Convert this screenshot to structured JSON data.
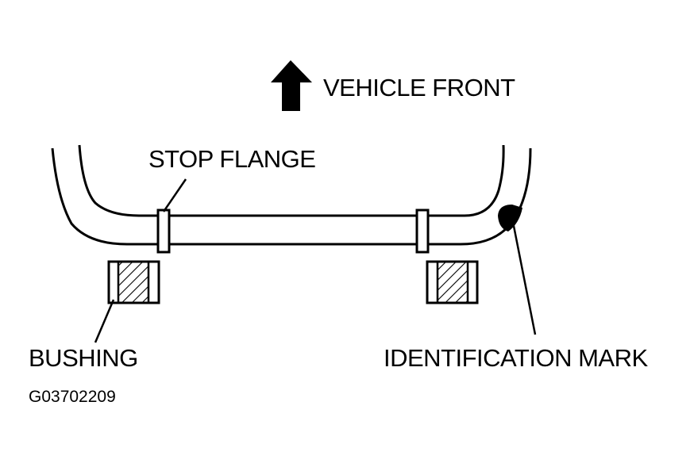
{
  "labels": {
    "vehicle_front": "VEHICLE FRONT",
    "stop_flange": "STOP FLANGE",
    "bushing": "BUSHING",
    "identification_mark": "IDENTIFICATION MARK",
    "figure_code": "G03702209"
  },
  "colors": {
    "ink": "#000000",
    "paper": "#ffffff"
  }
}
